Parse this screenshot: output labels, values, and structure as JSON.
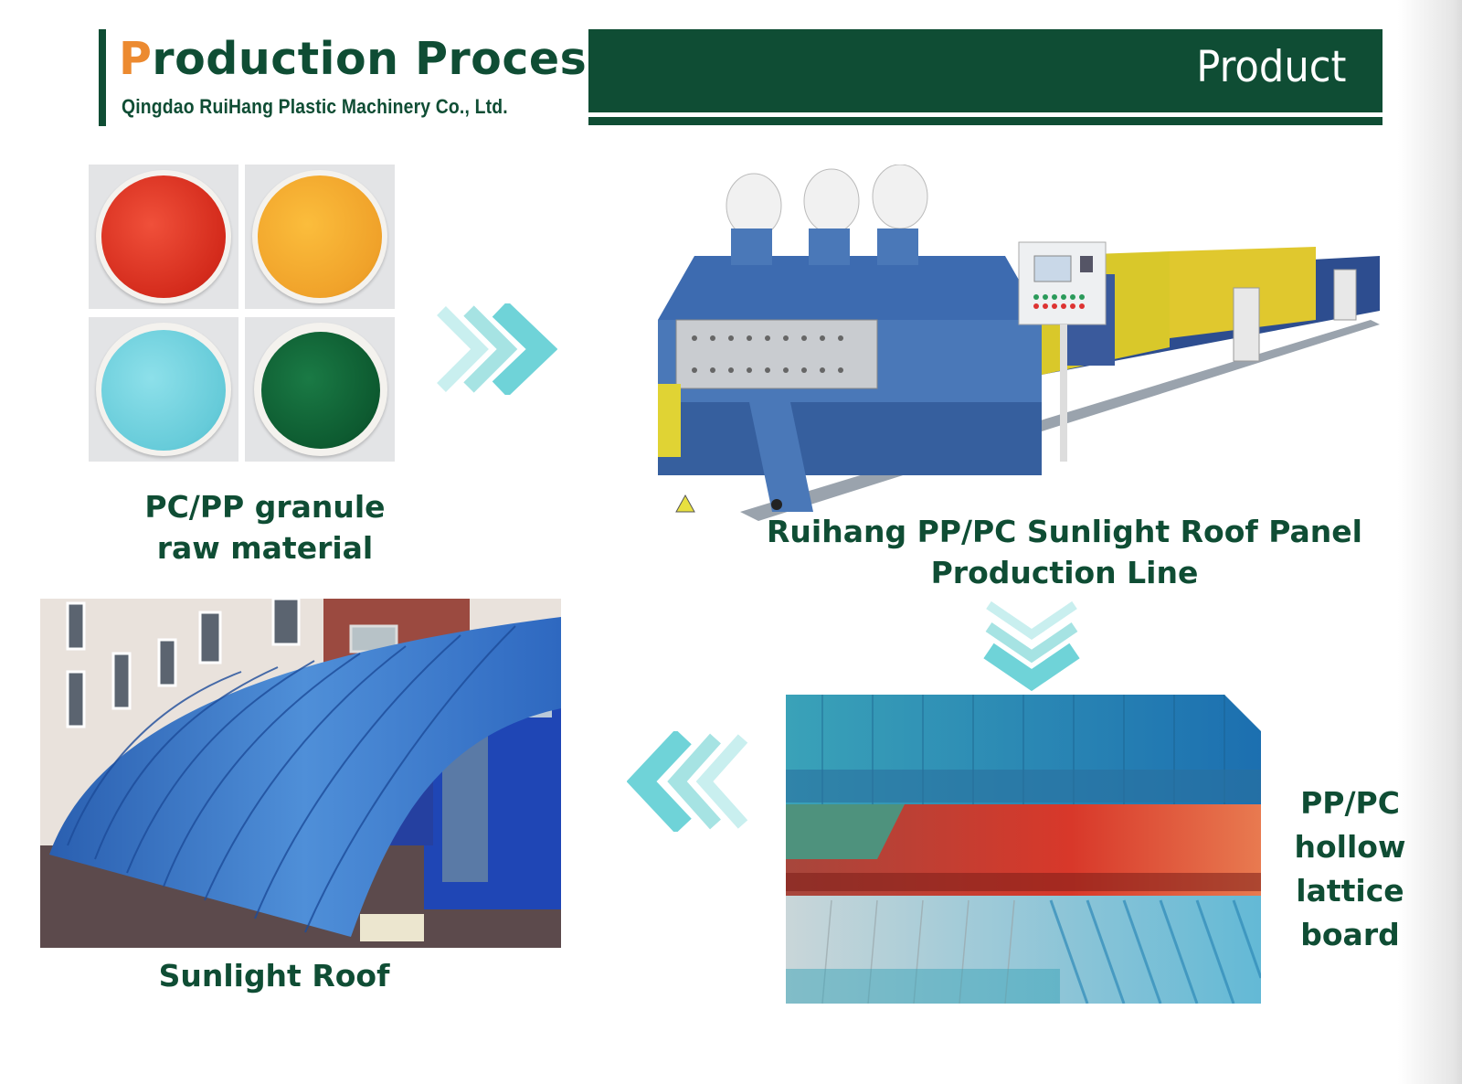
{
  "header": {
    "title_first_letter": "P",
    "title_rest": "roduction Process",
    "company": "Qingdao RuiHang Plastic Machinery Co., Ltd.",
    "banner_label": "Product"
  },
  "steps": [
    {
      "id": "raw-material",
      "image": "granules-photo",
      "caption_lines": [
        "PC/PP granule",
        "raw material"
      ],
      "granule_colors": [
        "#e23a25",
        "#f2a72a",
        "#6fd0dd",
        "#0e5a30"
      ]
    },
    {
      "id": "production-line",
      "image": "production-line-photo",
      "caption_lines": [
        "Ruihang PP/PC Sunlight Roof Panel",
        "Production Line"
      ]
    },
    {
      "id": "hollow-board",
      "image": "hollow-lattice-board-photo",
      "caption_lines": [
        "PP/PC",
        "hollow",
        "lattice",
        "board"
      ]
    },
    {
      "id": "sunlight-roof",
      "image": "sunlight-roof-photo",
      "caption_lines": [
        "Sunlight Roof"
      ]
    }
  ],
  "arrows": [
    {
      "direction": "right",
      "icon": "chevron-right-icon"
    },
    {
      "direction": "down",
      "icon": "chevron-down-icon"
    },
    {
      "direction": "left",
      "icon": "chevron-left-icon"
    }
  ],
  "colors": {
    "brand_green": "#0f4d34",
    "accent_orange": "#ec8a30",
    "arrow_teal": "#6fd3d8"
  }
}
